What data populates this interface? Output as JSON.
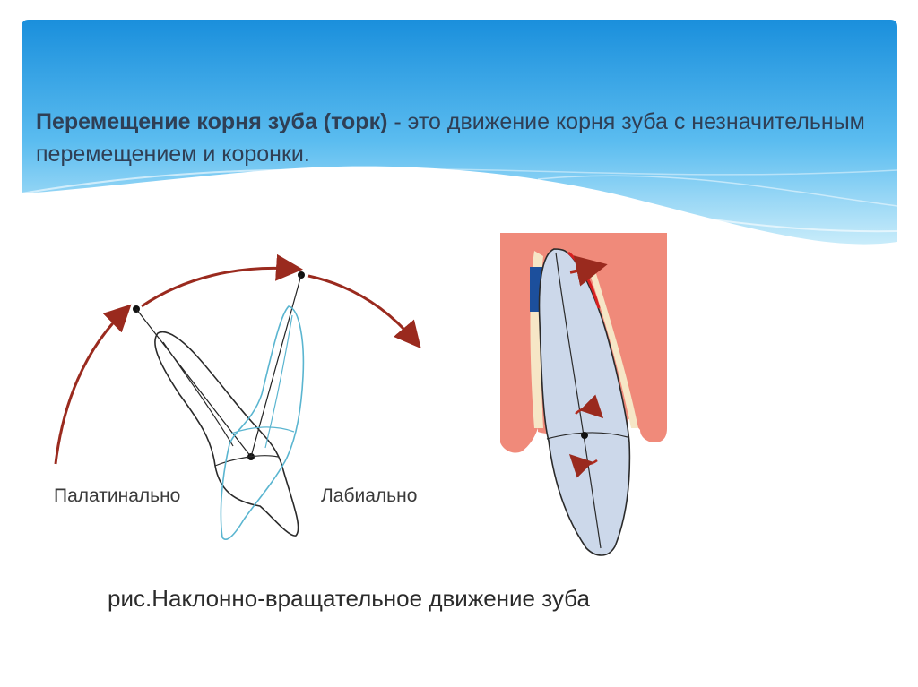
{
  "slide": {
    "title_term": "Перемещение корня зуба (торк)",
    "title_rest": " - это движение корня зуба с незначительным перемещением и коронки.",
    "colors": {
      "header_top": "#1a8fdc",
      "header_bottom": "#bfe6f7",
      "title_text": "#2f3f55",
      "arc_arrow": "#9a2a1e",
      "tooth_outline_1": "#2c2c2c",
      "tooth_outline_2": "#5ab5d0",
      "gum": "#f08a7a",
      "tooth_fill": "#ccd8ea",
      "blue_marker": "#1c4f9c"
    }
  },
  "figure_left": {
    "label_palatal": "Палатинально",
    "label_labial": "Лабиально"
  },
  "figure_right": {
    "icons": [
      "tooth-cross-section",
      "movement-arrows"
    ]
  },
  "caption": {
    "text": "рис.Наклонно-вращательное движение зуба"
  }
}
